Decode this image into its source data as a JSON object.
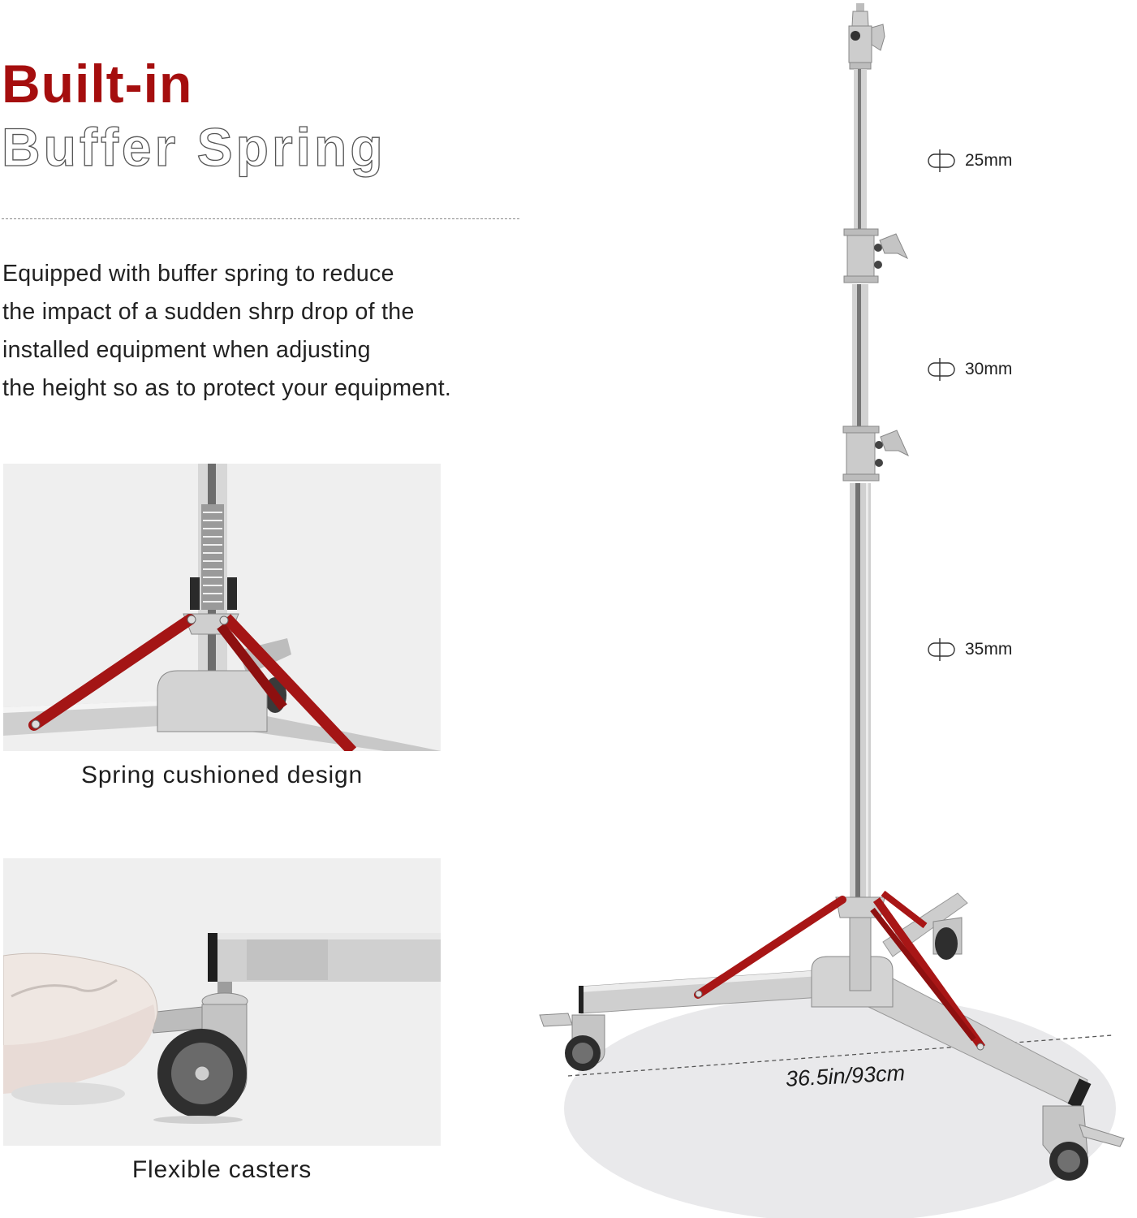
{
  "header": {
    "title_line1": "Built-in",
    "title_line2": "Buffer Spring",
    "accent_color": "#a50e0e"
  },
  "description": {
    "lines": [
      "Equipped with buffer spring to reduce",
      "the impact of a sudden shrp drop of the",
      "installed equipment when adjusting",
      "the height so as to protect your equipment."
    ]
  },
  "feature_panels": [
    {
      "image": "spring-base-closeup",
      "caption": "Spring cushioned design"
    },
    {
      "image": "caster-wheel-with-shoe",
      "caption": "Flexible casters"
    }
  ],
  "stand_diagram": {
    "tube_diameters": [
      {
        "icon": "diameter-icon",
        "label": "25mm"
      },
      {
        "icon": "diameter-icon",
        "label": "30mm"
      },
      {
        "icon": "diameter-icon",
        "label": "35mm"
      }
    ],
    "base_span": "36.5in/93cm",
    "colors": {
      "steel": "#c9c9c9",
      "brace": "#b01818",
      "wheel": "#333333",
      "floor": "#e9e9eb"
    }
  }
}
